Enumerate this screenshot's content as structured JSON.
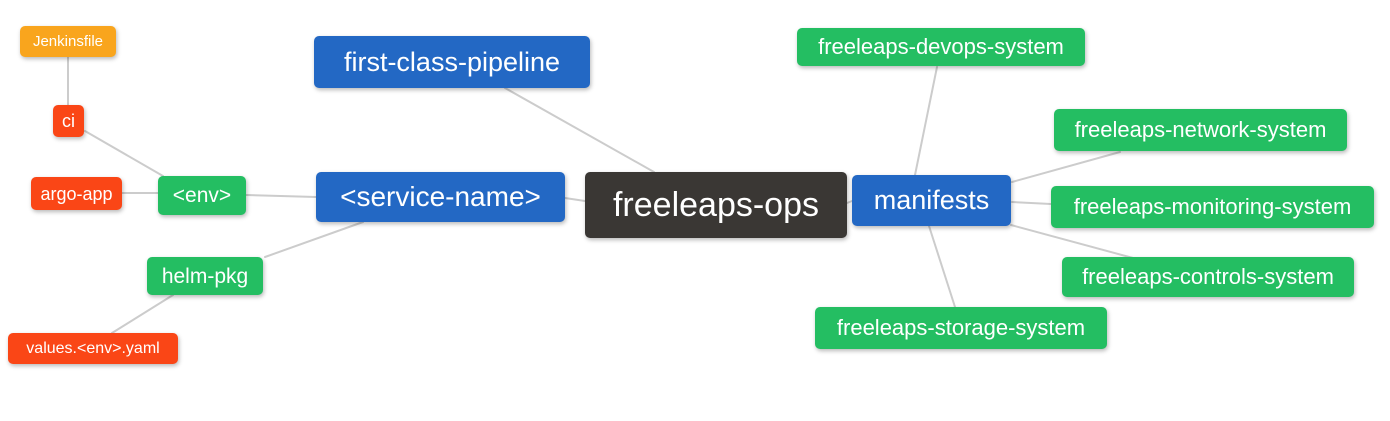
{
  "diagram_type": "mindmap",
  "root_label": "freeleaps-ops",
  "palette": {
    "node_blue": "#2368C4",
    "node_green": "#24BE62",
    "node_red": "#FA4616",
    "node_orange": "#F9A51D",
    "node_dark": "#3A3734",
    "edge_gray": "#CCCCCC",
    "node_text": "#FFFFFF",
    "background": "#FFFFFF"
  },
  "nodes": {
    "freeleaps_ops": {
      "label": "freeleaps-ops",
      "color": "#3A3734"
    },
    "first_class_pipeline": {
      "label": "first-class-pipeline",
      "color": "#2368C4"
    },
    "service_name": {
      "label": "<service-name>",
      "color": "#2368C4"
    },
    "manifests": {
      "label": "manifests",
      "color": "#2368C4"
    },
    "env": {
      "label": "<env>",
      "color": "#24BE62"
    },
    "helm_pkg": {
      "label": "helm-pkg",
      "color": "#24BE62"
    },
    "ci": {
      "label": "ci",
      "color": "#FA4616"
    },
    "argo_app": {
      "label": "argo-app",
      "color": "#FA4616"
    },
    "values_env_yaml": {
      "label": "values.<env>.yaml",
      "color": "#FA4616"
    },
    "jenkinsfile": {
      "label": "Jenkinsfile",
      "color": "#F9A51D"
    },
    "devops_system": {
      "label": "freeleaps-devops-system",
      "color": "#24BE62"
    },
    "network_system": {
      "label": "freeleaps-network-system",
      "color": "#24BE62"
    },
    "monitoring_system": {
      "label": "freeleaps-monitoring-system",
      "color": "#24BE62"
    },
    "controls_system": {
      "label": "freeleaps-controls-system",
      "color": "#24BE62"
    },
    "storage_system": {
      "label": "freeleaps-storage-system",
      "color": "#24BE62"
    }
  },
  "edges": [
    {
      "from": "jenkinsfile",
      "to": "ci"
    },
    {
      "from": "ci",
      "to": "env"
    },
    {
      "from": "argo_app",
      "to": "env"
    },
    {
      "from": "env",
      "to": "service_name"
    },
    {
      "from": "helm_pkg",
      "to": "service_name"
    },
    {
      "from": "helm_pkg",
      "to": "values_env_yaml"
    },
    {
      "from": "service_name",
      "to": "freeleaps_ops"
    },
    {
      "from": "first_class_pipeline",
      "to": "freeleaps_ops"
    },
    {
      "from": "freeleaps_ops",
      "to": "manifests"
    },
    {
      "from": "manifests",
      "to": "devops_system"
    },
    {
      "from": "manifests",
      "to": "network_system"
    },
    {
      "from": "manifests",
      "to": "monitoring_system"
    },
    {
      "from": "manifests",
      "to": "controls_system"
    },
    {
      "from": "manifests",
      "to": "storage_system"
    }
  ]
}
